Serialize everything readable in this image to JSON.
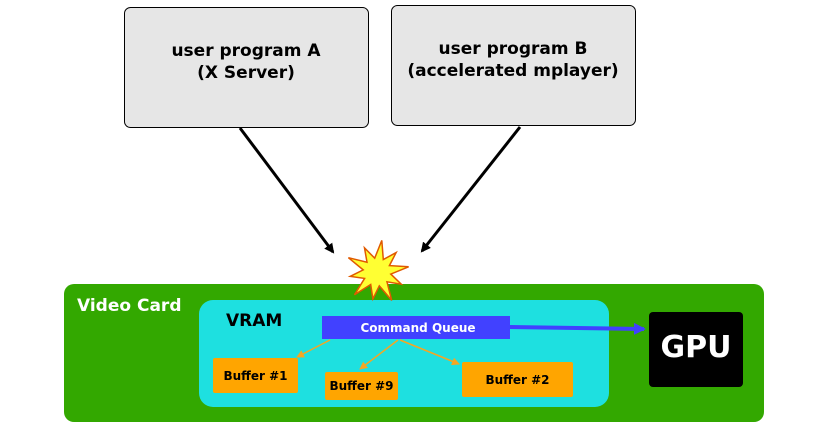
{
  "program_a": {
    "line1": "user program A",
    "line2": "(X Server)"
  },
  "program_b": {
    "line1": "user program B",
    "line2": "(accelerated mplayer)"
  },
  "video_card": {
    "label": "Video Card"
  },
  "vram": {
    "label": "VRAM"
  },
  "command_queue": {
    "label": "Command Queue"
  },
  "buffers": [
    {
      "label": "Buffer #1"
    },
    {
      "label": "Buffer #9"
    },
    {
      "label": "Buffer #2"
    }
  ],
  "gpu": {
    "label": "GPU"
  },
  "colors": {
    "program_box": "#e6e6e6",
    "video_card": "#33a800",
    "vram": "#1ee0e0",
    "command_queue": "#4141ff",
    "buffer": "#ffa500",
    "gpu": "#000000",
    "collision_fill": "#ffff33",
    "collision_stroke": "#e05a00",
    "queue_arrow": "#f5a623"
  }
}
